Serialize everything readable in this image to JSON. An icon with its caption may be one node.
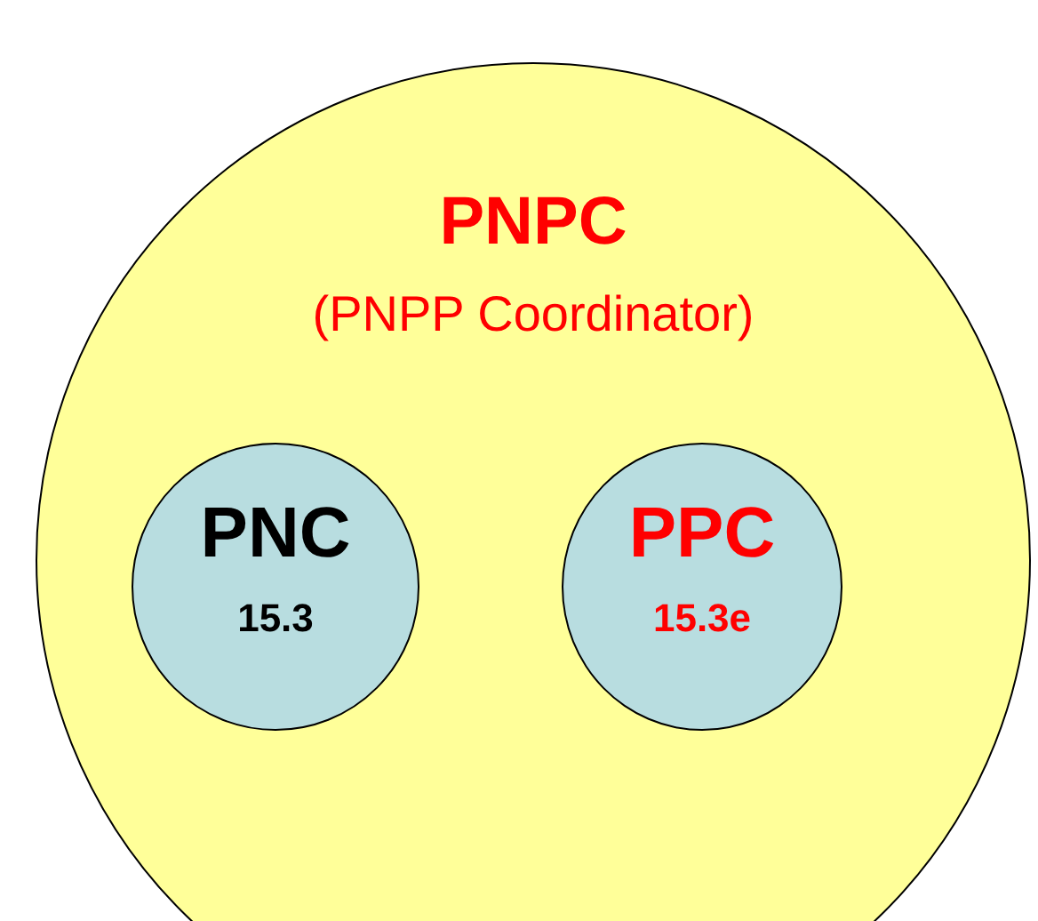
{
  "diagram": {
    "nodes": [
      {
        "text": [
          "PNPC",
          "(PNPP Coordinator)"
        ]
      },
      {
        "text": [
          "PNC",
          "15.3"
        ],
        "in": 0
      },
      {
        "text": [
          "PPC",
          "15.3e"
        ],
        "in": 0
      }
    ]
  }
}
